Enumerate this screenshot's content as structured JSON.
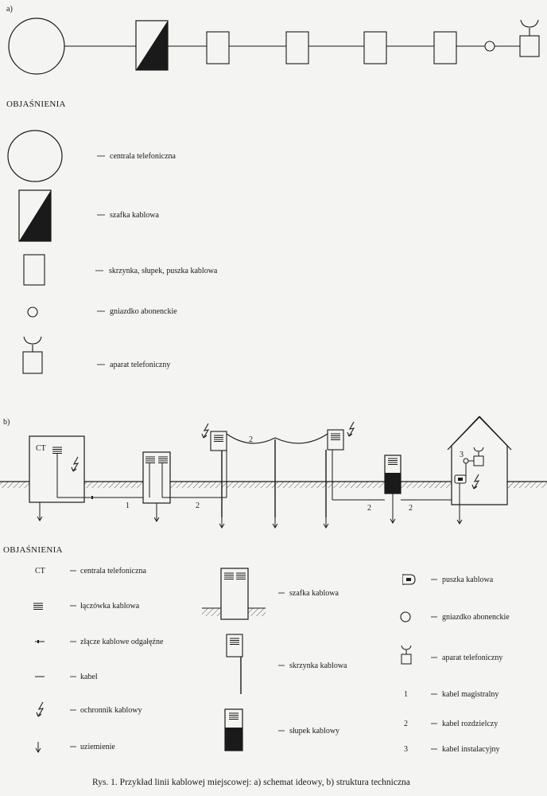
{
  "part_a": {
    "label": "a)",
    "legend_heading": "OBJAŚNIENIA",
    "legend": [
      {
        "id": "exchange",
        "text": "centrala telefoniczna"
      },
      {
        "id": "cabinet",
        "text": "szafka kablowa"
      },
      {
        "id": "box",
        "text": "skrzynka, słupek, puszka kablowa"
      },
      {
        "id": "socket",
        "text": "gniazdko abonenckie"
      },
      {
        "id": "phone",
        "text": "aparat telefoniczny"
      }
    ]
  },
  "part_b": {
    "label": "b)",
    "ct_label": "CT",
    "overhead_cable_label": "2",
    "cable_labels": [
      "1",
      "2",
      "2",
      "2"
    ],
    "house_cable_label": "3",
    "legend_heading": "OBJAŚNIENIA",
    "legend_col1": [
      {
        "id": "ct",
        "symbol_text": "CT",
        "text": "centrala telefoniczna"
      },
      {
        "id": "terminal_block",
        "text": "łączówka kablowa"
      },
      {
        "id": "branch_joint",
        "text": "złącze kablowe odgałęźne"
      },
      {
        "id": "cable",
        "text": "kabel"
      },
      {
        "id": "protector",
        "text": "ochronnik kablowy"
      },
      {
        "id": "grounding",
        "text": "uziemienie"
      }
    ],
    "legend_col2": [
      {
        "id": "cabinet",
        "text": "szafka kablowa"
      },
      {
        "id": "box",
        "text": "skrzynka kablowa"
      },
      {
        "id": "post",
        "text": "słupek kablowy"
      }
    ],
    "legend_col3": [
      {
        "id": "cable_box",
        "text": "puszka kablowa"
      },
      {
        "id": "socket",
        "text": "gniazdko abonenckie"
      },
      {
        "id": "phone",
        "text": "aparat telefoniczny"
      },
      {
        "id": "cable1",
        "symbol_text": "1",
        "text": "kabel magistralny"
      },
      {
        "id": "cable2",
        "symbol_text": "2",
        "text": "kabel rozdzielczy"
      },
      {
        "id": "cable3",
        "symbol_text": "3",
        "text": "kabel instalacyjny"
      }
    ]
  },
  "caption": "Rys.  1.  Przykład linii kablowej miejscowej: a) schemat ideowy, b) struktura techniczna"
}
